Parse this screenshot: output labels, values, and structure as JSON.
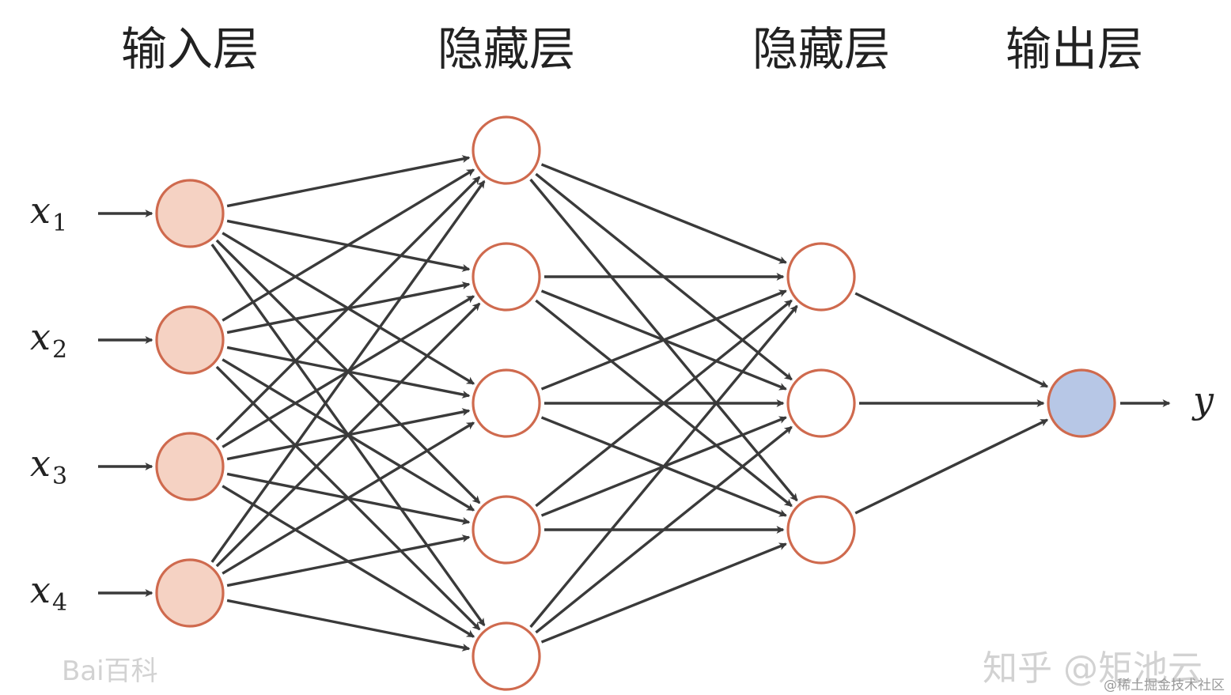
{
  "layers": [
    {
      "title": "输入层",
      "nodes": 4
    },
    {
      "title": "隐藏层",
      "nodes": 5
    },
    {
      "title": "隐藏层",
      "nodes": 3
    },
    {
      "title": "输出层",
      "nodes": 1
    }
  ],
  "inputs": [
    {
      "symbol": "x",
      "sub": "1"
    },
    {
      "symbol": "x",
      "sub": "2"
    },
    {
      "symbol": "x",
      "sub": "3"
    },
    {
      "symbol": "x",
      "sub": "4"
    }
  ],
  "output": {
    "symbol": "y"
  },
  "colors": {
    "input_fill": "#f5d2c3",
    "hidden_fill": "#ffffff",
    "node_stroke": "#cf6a4e",
    "output_fill": "#b7c7e6",
    "output_stroke": "#7f98c6",
    "edge": "#3a3a3a"
  },
  "watermarks": {
    "baidu": "Bai百科",
    "zhihu": "知乎 @矩池云",
    "juejin": "@稀土掘金技术社区"
  }
}
